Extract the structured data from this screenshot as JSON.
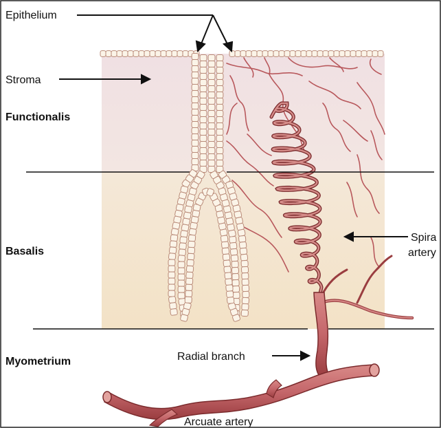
{
  "labels": {
    "epithelium": "Epithelium",
    "stroma": "Stroma",
    "functionalis": "Functionalis",
    "basalis": "Basalis",
    "myometrium": "Myometrium",
    "spiral_artery_line1": "Spira",
    "spiral_artery_line2": "artery",
    "radial_branch": "Radial branch",
    "arcuate_artery": "Arcuate artery"
  },
  "colors": {
    "functionalis_fill": "#f3e6e8",
    "basalis_fill": "#f4e7cf",
    "artery": "#c4666a",
    "artery_dark": "#7a2a2c",
    "epithelium_cell": "#fbf4e8",
    "epithelium_edge": "#b98a78"
  }
}
